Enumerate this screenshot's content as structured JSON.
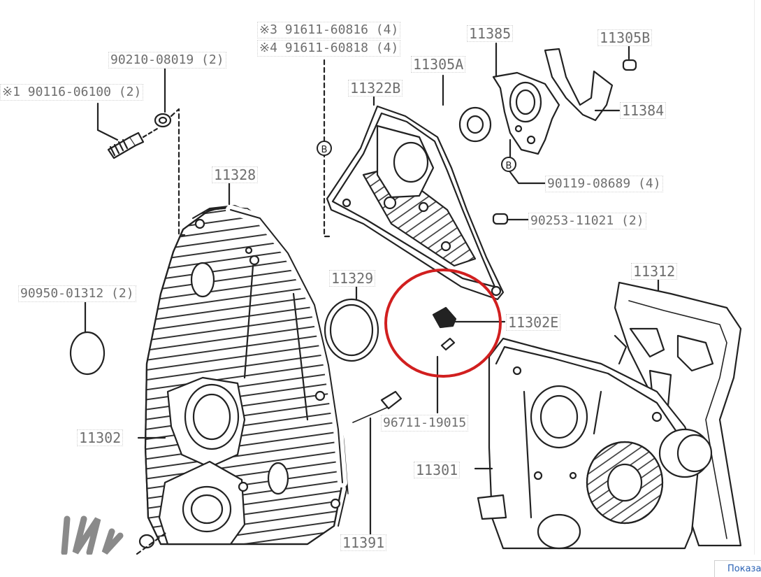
{
  "labels": {
    "p91611_60816": "※3 91611-60816 (4)",
    "p91611_60818": "※4 91611-60818 (4)",
    "p11385": "11385",
    "p11305B": "11305B",
    "p90210_08019": "90210-08019 (2)",
    "p11305A": "11305A",
    "p90116_06100": "※1 90116-06100 (2)",
    "p11322B": "11322B",
    "p11384": "11384",
    "p90119_08689": "90119-08689 (4)",
    "p11328": "11328",
    "p90253_11021": "90253-11021 (2)",
    "p11312": "11312",
    "p11329": "11329",
    "p90950_01312": "90950-01312 (2)",
    "p11302E": "11302E",
    "p96711_19015": "96711-19015",
    "p11302": "11302",
    "p11301": "11301",
    "p11391": "11391"
  },
  "callout_b": "B",
  "footer": {
    "show_button": "Показать"
  },
  "colors": {
    "line": "#222222",
    "label_text": "#6e6e6e",
    "highlight_circle": "#d11f1f",
    "link": "#2a62b5"
  }
}
